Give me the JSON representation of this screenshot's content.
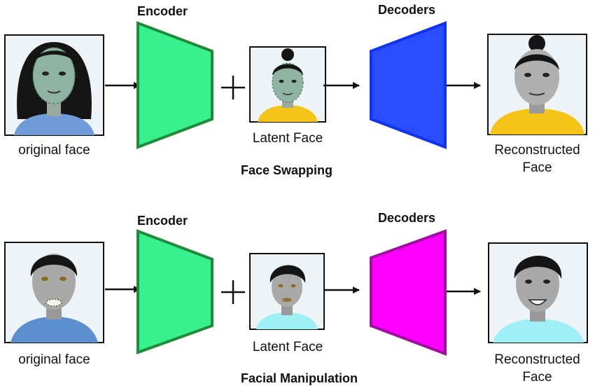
{
  "rows": [
    {
      "encoder_label": "Encoder",
      "decoder_label": "Decoders",
      "original_label": "original face",
      "latent_label": "Latent Face",
      "recon_label_1": "Reconstructed",
      "recon_label_2": "Face",
      "title": "Face Swapping",
      "decoder_color": "#1133ee",
      "decoder_fill": "#2a4dff"
    },
    {
      "encoder_label": "Encoder",
      "decoder_label": "Decoders",
      "original_label": "original face",
      "latent_label": "Latent Face",
      "recon_label_1": "Reconstructed",
      "recon_label_2": "Face",
      "title": "Facial Manipulation",
      "decoder_color": "#a0109e",
      "decoder_fill": "#ff00ff"
    }
  ],
  "colors": {
    "encoder_fill": "#39f08e",
    "encoder_stroke": "#1f8c3a",
    "skin_green": "#8fb3a2",
    "skin_gray": "#a9a9a9",
    "hair": "#151515",
    "shirt_blue": "#5b8fd0",
    "shirt_yellow": "#f4c418",
    "shirt_cyan": "#9ff0f6"
  }
}
